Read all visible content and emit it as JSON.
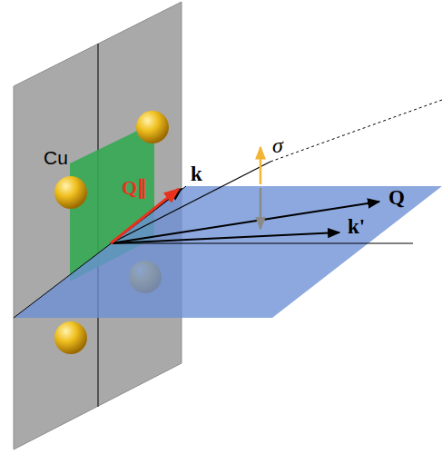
{
  "diagram": {
    "labels": [
      "Cu",
      "Q∥",
      "k",
      "σ",
      "Q",
      "k'"
    ]
  }
}
